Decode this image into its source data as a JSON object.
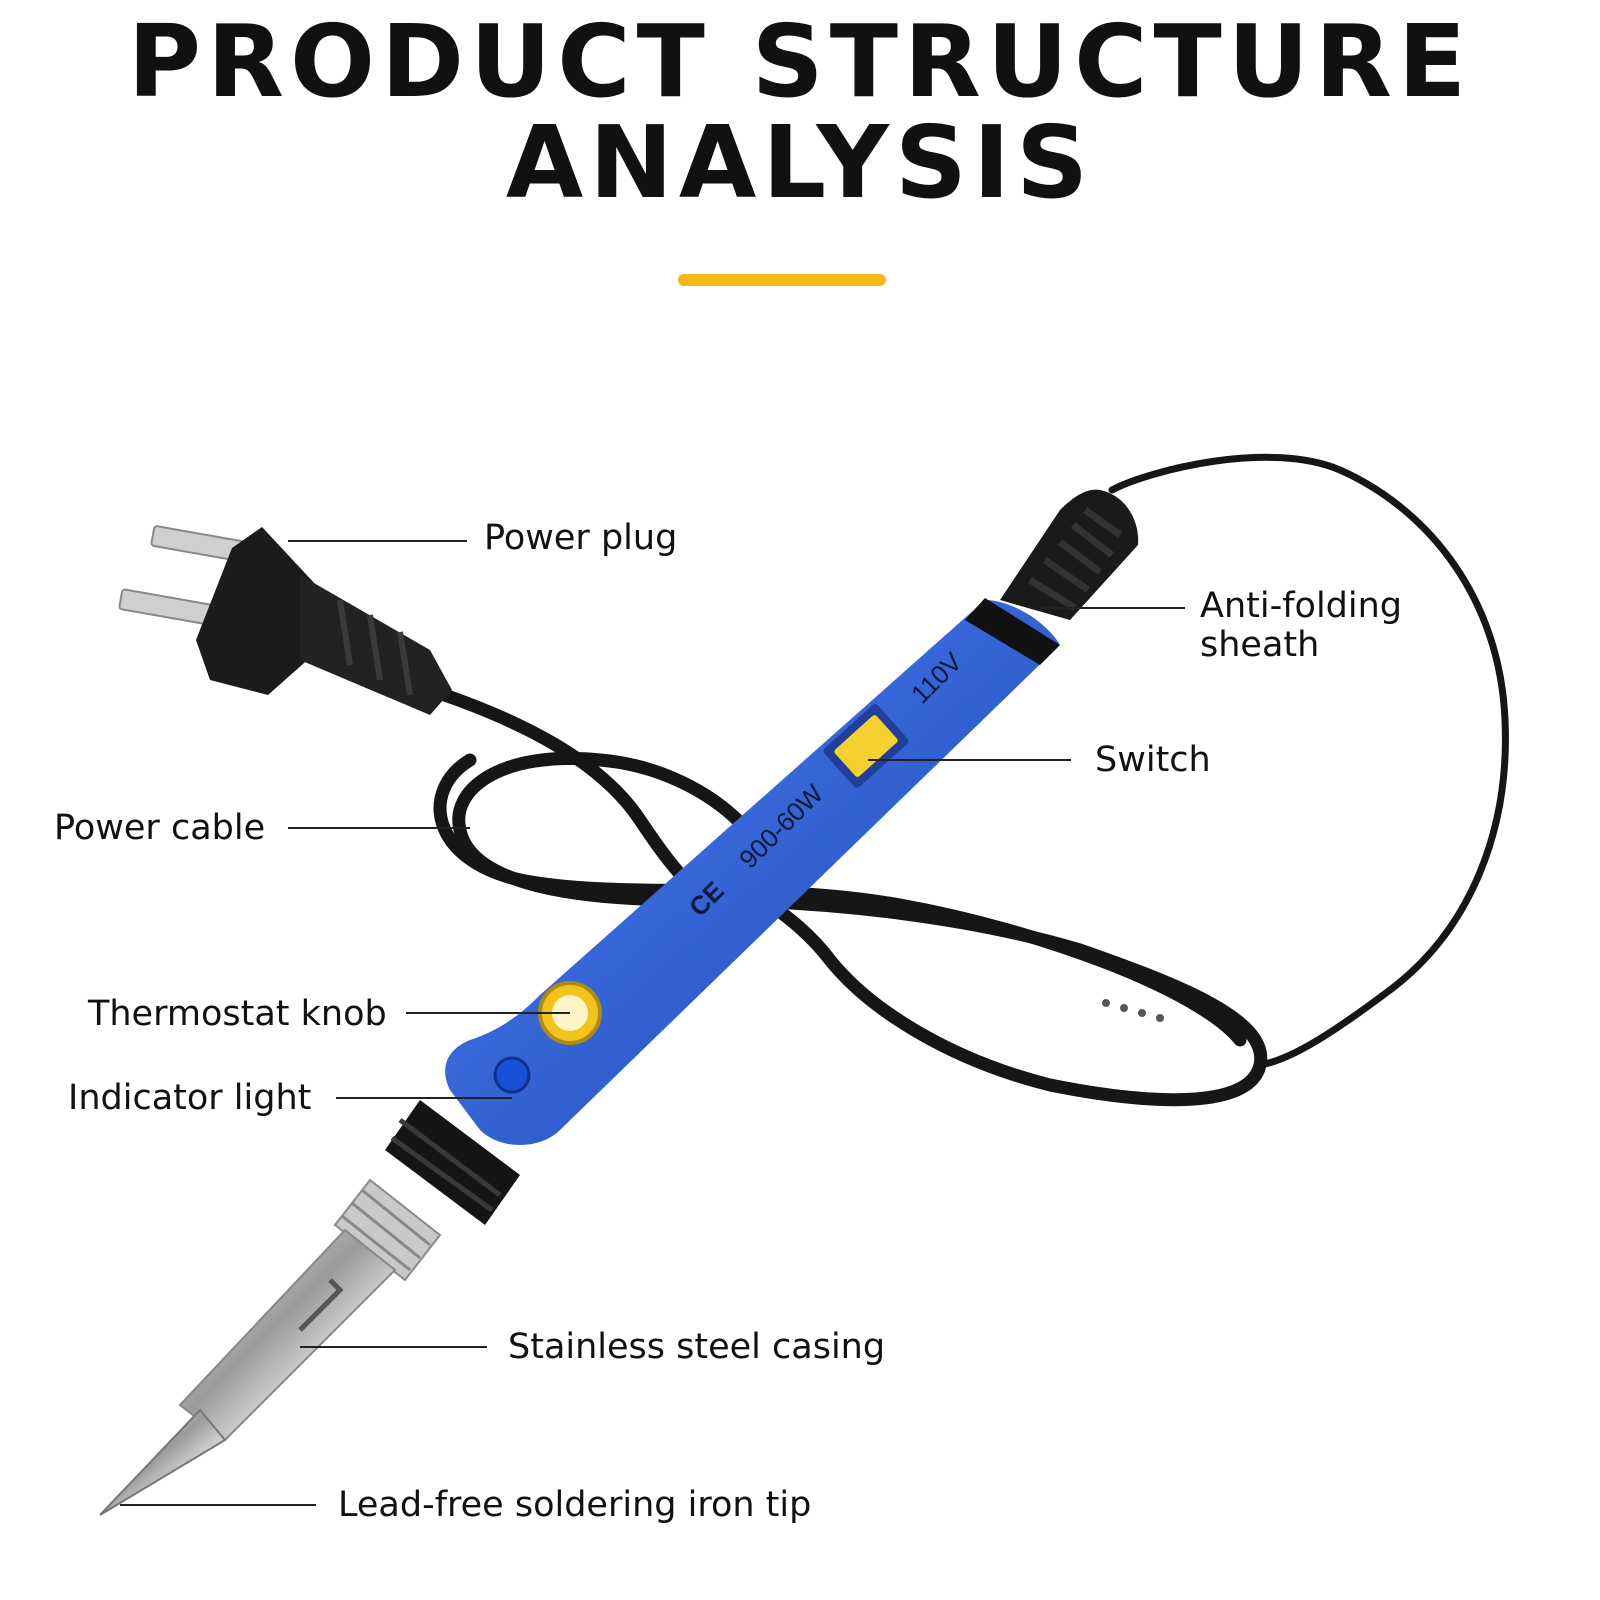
{
  "header": {
    "title_line1": "PRODUCT STRUCTURE",
    "title_line2": "ANALYSIS",
    "accent_color": "#F7B91A"
  },
  "product": {
    "model_text": "900-60W",
    "voltage_text": "110V",
    "cert_text": "CE",
    "body_color": "#2F63D6",
    "switch_color": "#F4D12E",
    "knob_color": "#F4C21C"
  },
  "callouts": {
    "power_plug": "Power plug",
    "anti_folding_sheath": "Anti-folding sheath",
    "switch": "Switch",
    "power_cable": "Power cable",
    "thermostat_knob": "Thermostat knob",
    "indicator_light": "Indicator light",
    "stainless_steel_casing": "Stainless steel casing",
    "iron_tip": "Lead-free soldering iron tip"
  }
}
